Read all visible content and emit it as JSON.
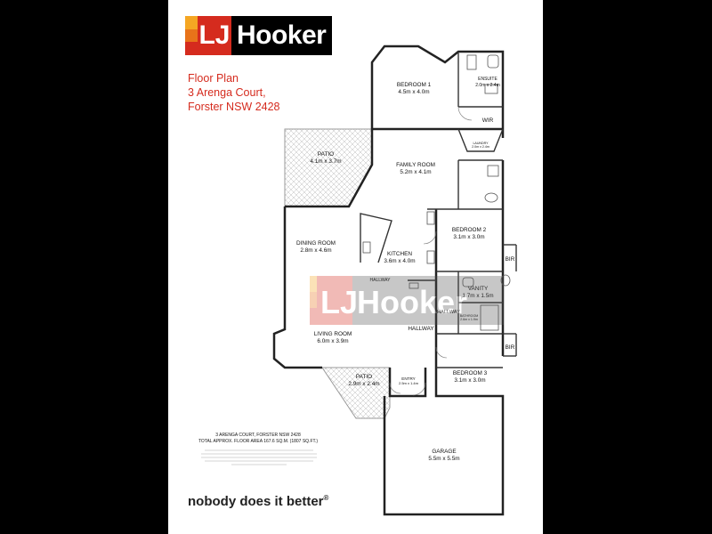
{
  "brand": {
    "lj": "LJ",
    "name": "Hooker",
    "stripe_colors": [
      "#f5a623",
      "#e8731a",
      "#d52b1e"
    ],
    "accent": "#d52b1e"
  },
  "address": {
    "line1": "Floor Plan",
    "line2": "3 Arenga Court,",
    "line3": "Forster NSW 2428"
  },
  "rooms": {
    "bedroom1": {
      "name": "BEDROOM 1",
      "size": "4.5m x 4.0m"
    },
    "ensuite": {
      "name": "ENSUITE",
      "size": "2.0m x 2.4m"
    },
    "wir": {
      "name": "WIR"
    },
    "laundry": {
      "name": "LAUNDRY",
      "size": "2.0m x 2.4m"
    },
    "patio1": {
      "name": "PATIO",
      "size": "4.1m x 3.7m"
    },
    "family": {
      "name": "FAMILY ROOM",
      "size": "5.2m x 4.1m"
    },
    "bedroom2": {
      "name": "BEDROOM 2",
      "size": "3.1m x 3.0m"
    },
    "dining": {
      "name": "DINING ROOM",
      "size": "2.8m x 4.6m"
    },
    "kitchen": {
      "name": "KITCHEN",
      "size": "3.6m x 4.0m"
    },
    "bir1": {
      "name": "BIR"
    },
    "bir2": {
      "name": "BIR"
    },
    "hallway_top": {
      "name": "HALLWAY"
    },
    "vanity": {
      "name": "VANITY",
      "size": "1.7m x 1.5m"
    },
    "hallway_side": {
      "name": "HALLWAY"
    },
    "bathroom": {
      "name": "BATHROOM",
      "size": "2.6m x 1.9m"
    },
    "living": {
      "name": "LIVING ROOM",
      "size": "6.0m x 3.9m"
    },
    "hallway_main": {
      "name": "HALLWAY"
    },
    "patio2": {
      "name": "PATIO",
      "size": "2.9m x 2.4m"
    },
    "entry": {
      "name": "ENTRY",
      "size": "2.5m x 1.4m"
    },
    "bedroom3": {
      "name": "BEDROOM 3",
      "size": "3.1m x 3.0m"
    },
    "garage": {
      "name": "GARAGE",
      "size": "5.5m x 5.5m"
    }
  },
  "watermark": {
    "lj": "LJ",
    "name": "Hooker"
  },
  "footer": {
    "line1": "3 ARENGA COURT, FORSTER NSW 2428",
    "line2": "TOTAL APPROX. FLOOR AREA 167.6 SQ.M. (1807 SQ.FT.)",
    "tagline": "nobody does it better",
    "registered": "®"
  }
}
